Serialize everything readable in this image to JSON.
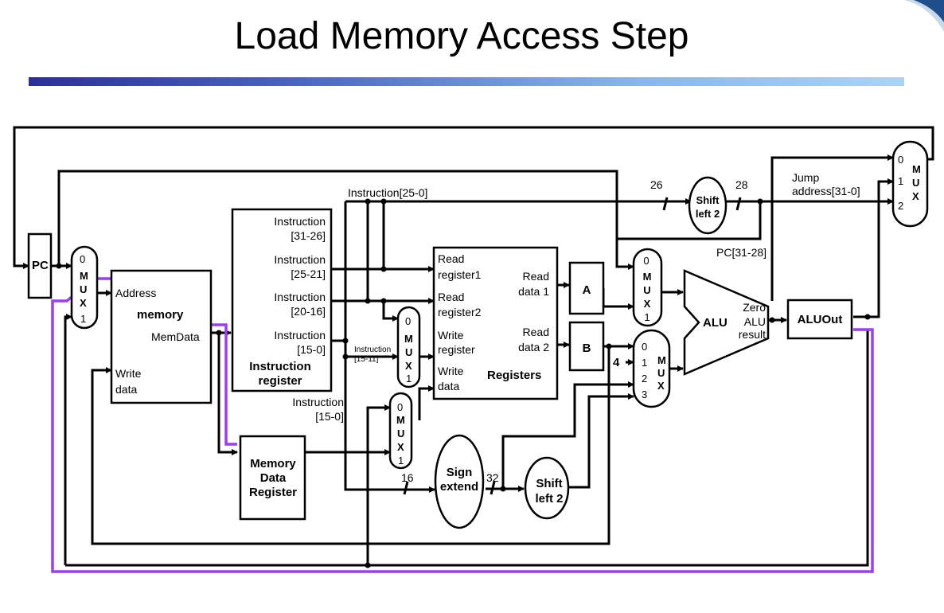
{
  "slide": {
    "title": "Load Memory Access Step"
  },
  "colors": {
    "wire": "#000000",
    "highlight": "#9b3ff2",
    "bar_start": "#2b2f9e",
    "bar_end": "#a9d4fa"
  },
  "labels": {
    "pc": "PC",
    "mux_m": "M",
    "mux_u": "U",
    "mux_x": "X",
    "n0": "0",
    "n1": "1",
    "n2": "2",
    "n3": "3",
    "n4": "4",
    "address": "Address",
    "memory": "memory",
    "memdata": "MemData",
    "write": "Write",
    "data": "data",
    "instr": "Instruction",
    "b31_26": "[31-26]",
    "b25_21": "[25-21]",
    "b20_16": "[20-16]",
    "b15_0": "[15-0]",
    "instr_register_1": "Instruction",
    "instr_register_2": "register",
    "instr_25_0": "Instruction[25-0]",
    "instr_15_11_a": "Instruction",
    "instr_15_11_b": "[15-11]",
    "mdr_1": "Memory",
    "mdr_2": "Data",
    "mdr_3": "Register",
    "read": "Read",
    "register1": "register1",
    "register2": "register2",
    "register": "register",
    "data_1": "data 1",
    "data_2": "data 2",
    "registers": "Registers",
    "a": "A",
    "b": "B",
    "alu": "ALU",
    "zero": "Zero",
    "alu_small": "ALU",
    "result": "result",
    "aluout": "ALUOut",
    "shift": "Shift",
    "left2": "left 2",
    "sign": "Sign",
    "extend": "extend",
    "w26": "26",
    "w28": "28",
    "w16": "16",
    "w32": "32",
    "jump_1": "Jump",
    "jump_2": "address[31-0]",
    "pc_31_28": "PC[31-28]"
  }
}
